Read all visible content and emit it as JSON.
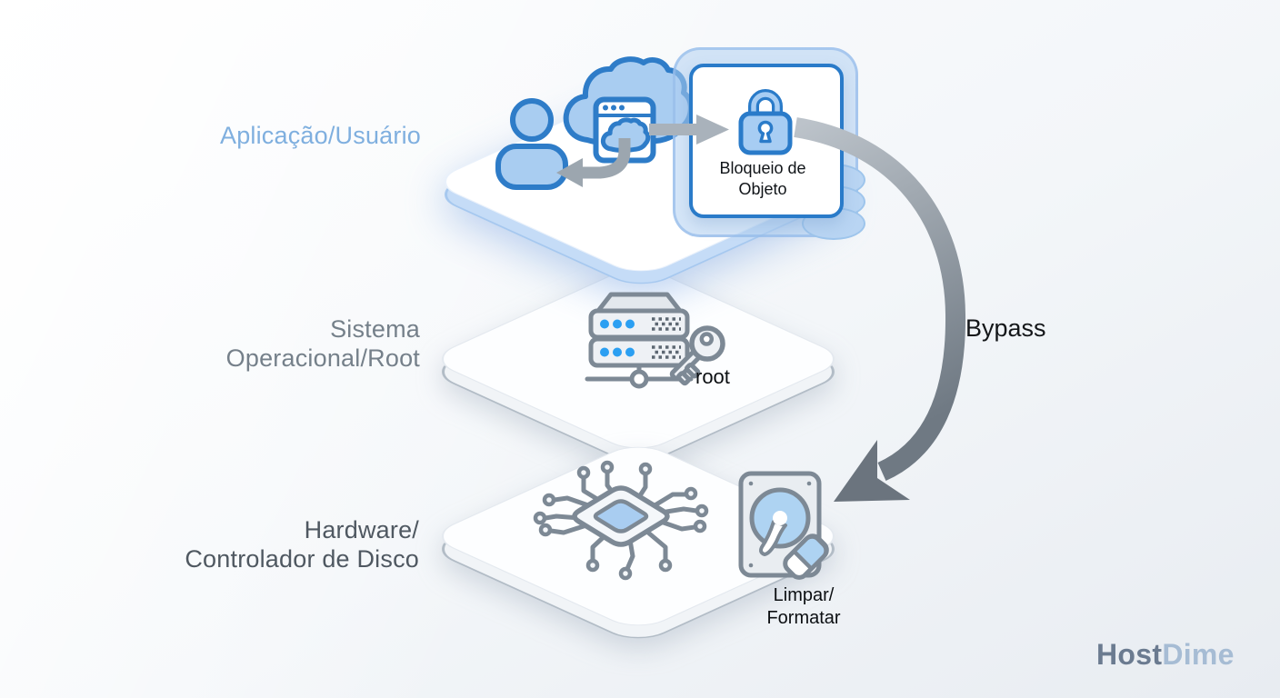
{
  "diagram": {
    "layers": {
      "application": {
        "label": "Aplicação/Usuário"
      },
      "os": {
        "label_line1": "Sistema",
        "label_line2": "Operacional/Root",
        "key_label": "root"
      },
      "hardware": {
        "label_line1": "Hardware/",
        "label_line2": "Controlador de Disco",
        "action_line1": "Limpar/",
        "action_line2": "Formatar"
      }
    },
    "lock": {
      "label_line1": "Bloqueio de",
      "label_line2": "Objeto"
    },
    "bypass": {
      "label": "Bypass"
    }
  },
  "brand": {
    "part1": "Host",
    "part2": "Dime"
  },
  "icons": [
    "user-icon",
    "cloud-icon",
    "browser-window-icon",
    "return-arrow-icon",
    "right-arrow-icon",
    "padlock-icon",
    "object-stack-icon",
    "server-rack-icon",
    "root-key-icon",
    "cpu-chip-icon",
    "hard-drive-icon",
    "eraser-icon",
    "bypass-arrow-icon"
  ],
  "colors": {
    "icon_blue_stroke": "#2e7cc8",
    "icon_blue_fill": "#a9cdf1",
    "icon_gray_stroke": "#7d8995",
    "icon_gray_fill": "#eef1f5",
    "arrow_gray": "#9ca6af",
    "bypass_arrow_dark": "#6b747e",
    "server_led_blue": "#2b9ff2",
    "label_application": "#7fafdf",
    "label_os": "#75808a",
    "label_hardware": "#4f5861",
    "platform_edge_blue": "#c5dcf7",
    "platform_edge_gray": "#b2bcc6",
    "brand_host": "#6b7b90",
    "brand_dime": "#a6bcd4"
  }
}
